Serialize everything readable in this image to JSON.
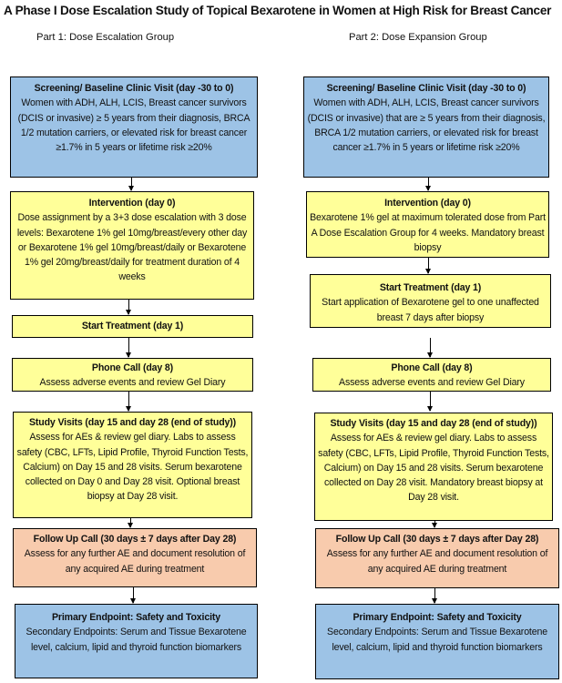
{
  "title": "A Phase I Dose Escalation Study of Topical Bexarotene in Women at High Risk for Breast Cancer",
  "colors": {
    "blue_box": "#9dc3e6",
    "yellow_box": "#ffff99",
    "peach_box": "#f8cbad"
  },
  "part1": {
    "heading": "Part 1: Dose Escalation Group",
    "screening": {
      "header": "Screening/ Baseline Clinic Visit (day -30 to 0)",
      "body": "Women with ADH, ALH, LCIS, Breast cancer survivors (DCIS or invasive) ≥ 5 years from their diagnosis, BRCA 1/2 mutation carriers, or elevated risk for breast cancer ≥1.7% in 5 years or lifetime risk ≥20%"
    },
    "intervention": {
      "header": "Intervention (day 0)",
      "body": "Dose assignment by a 3+3 dose escalation with 3 dose levels: Bexarotene 1% gel 10mg/breast/every other day or Bexarotene 1% gel 10mg/breast/daily or Bexarotene 1% gel 20mg/breast/daily for treatment duration of 4 weeks"
    },
    "start_treatment": {
      "header": "Start Treatment (day 1)"
    },
    "phone_call": {
      "header": "Phone Call (day 8)",
      "body": "Assess adverse events and review Gel Diary"
    },
    "study_visits": {
      "header": "Study Visits (day 15 and day 28 (end of study))",
      "body": "Assess for AEs & review gel diary. Labs to assess safety (CBC, LFTs, Lipid Profile, Thyroid Function Tests, Calcium) on Day 15 and 28 visits. Serum bexarotene collected on Day 0 and Day 28 visit. Optional breast biopsy at Day 28 visit."
    },
    "follow_up": {
      "header": "Follow Up Call (30 days ± 7 days after Day 28)",
      "body": "Assess for any further AE and document resolution of any acquired AE during treatment"
    },
    "endpoints": {
      "header": "Primary Endpoint: Safety and Toxicity",
      "body": "Secondary Endpoints: Serum and Tissue Bexarotene level, calcium, lipid and thyroid function biomarkers"
    }
  },
  "part2": {
    "heading": "Part 2: Dose Expansion Group",
    "screening": {
      "header": "Screening/ Baseline Clinic Visit (day -30 to 0)",
      "body": "Women with ADH, ALH, LCIS, Breast cancer survivors (DCIS or invasive) that are ≥ 5 years from their diagnosis, BRCA 1/2 mutation carriers, or elevated risk for breast cancer ≥1.7% in 5 years or lifetime risk ≥20%"
    },
    "intervention": {
      "header": "Intervention (day 0)",
      "body": "Bexarotene 1% gel at maximum tolerated dose from Part A Dose Escalation Group for 4 weeks. Mandatory breast biopsy"
    },
    "start_treatment": {
      "header": "Start Treatment (day 1)",
      "body": "Start application of Bexarotene gel to one unaffected breast 7 days after biopsy"
    },
    "phone_call": {
      "header": "Phone Call (day 8)",
      "body": "Assess adverse events and review Gel Diary"
    },
    "study_visits": {
      "header": "Study Visits (day 15 and day 28 (end of study))",
      "body": "Assess for AEs & review gel diary. Labs to assess safety (CBC, LFTs, Lipid Profile, Thyroid Function Tests, Calcium) on Day 15 and 28 visits. Serum bexarotene collected on Day 28 visit. Mandatory breast biopsy at Day 28 visit."
    },
    "follow_up": {
      "header": "Follow Up Call (30 days ± 7 days after Day 28)",
      "body": "Assess for any further AE and document resolution of any acquired AE during treatment"
    },
    "endpoints": {
      "header": "Primary Endpoint: Safety and Toxicity",
      "body": "Secondary Endpoints: Serum and Tissue Bexarotene level, calcium, lipid and thyroid function biomarkers"
    }
  }
}
